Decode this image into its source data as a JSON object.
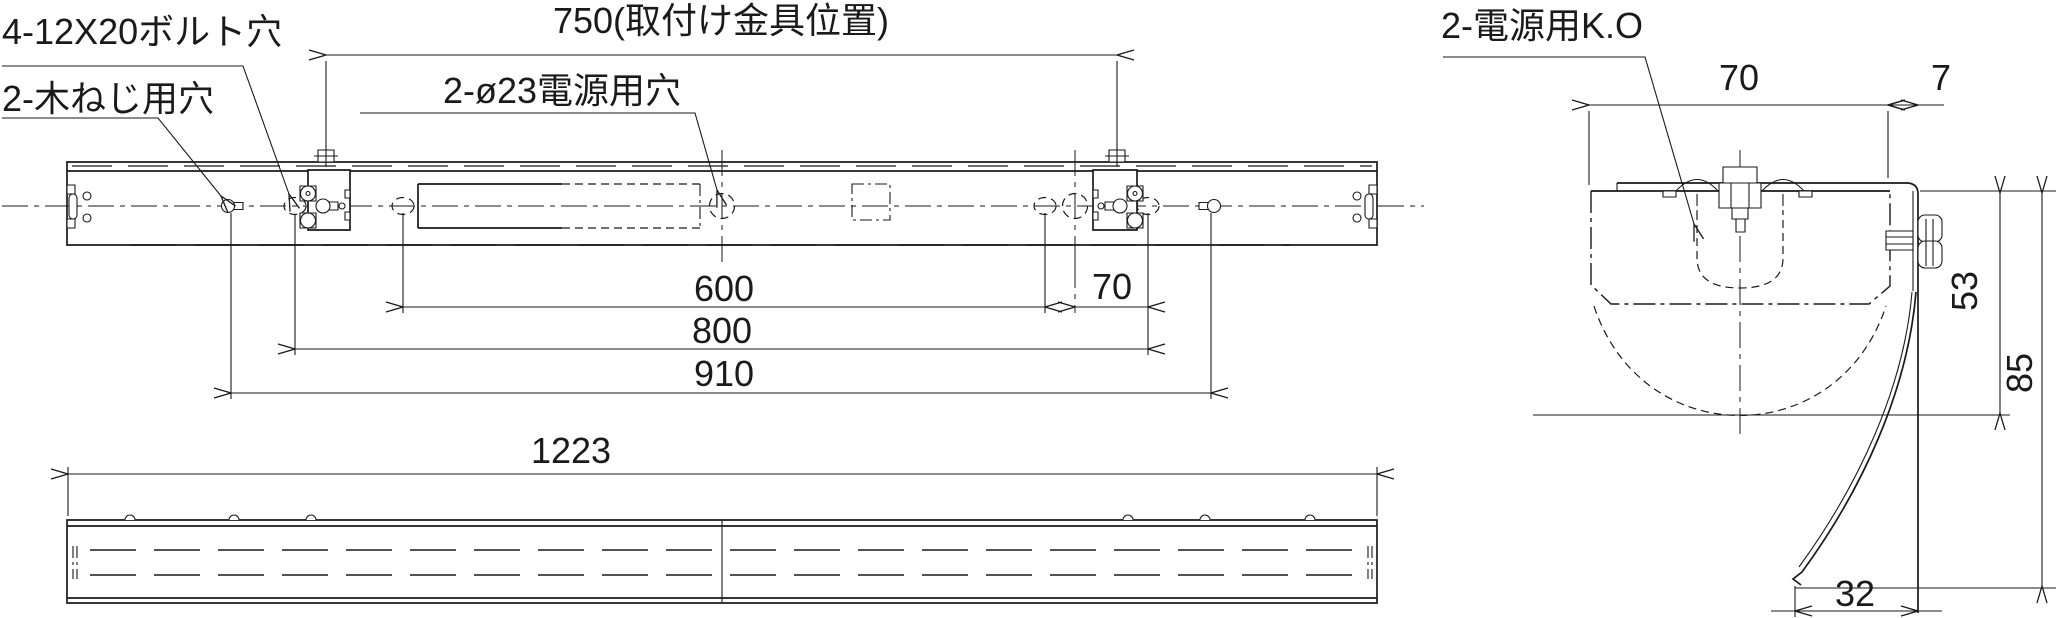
{
  "drawing": {
    "labels": {
      "bolt_holes": "4-12X20ボルト穴",
      "wood_screw_holes": "2-木ねじ用穴",
      "power_supply_holes": "2-ø23電源用穴",
      "bracket_position": "750(取付け金具位置)",
      "power_knockout": "2-電源用K.O"
    },
    "dimensions": {
      "inner_slot_span": "600",
      "outer_slot_span": "800",
      "wood_screw_span": "910",
      "overall_length": "1223",
      "power_hole_to_slot": "70",
      "body_width": "70",
      "flange_offset": "7",
      "lamp_height": "53",
      "overall_height": "85",
      "reflector_width": "32"
    },
    "colors": {
      "line": "#1a1a1a",
      "background": "#ffffff"
    }
  }
}
